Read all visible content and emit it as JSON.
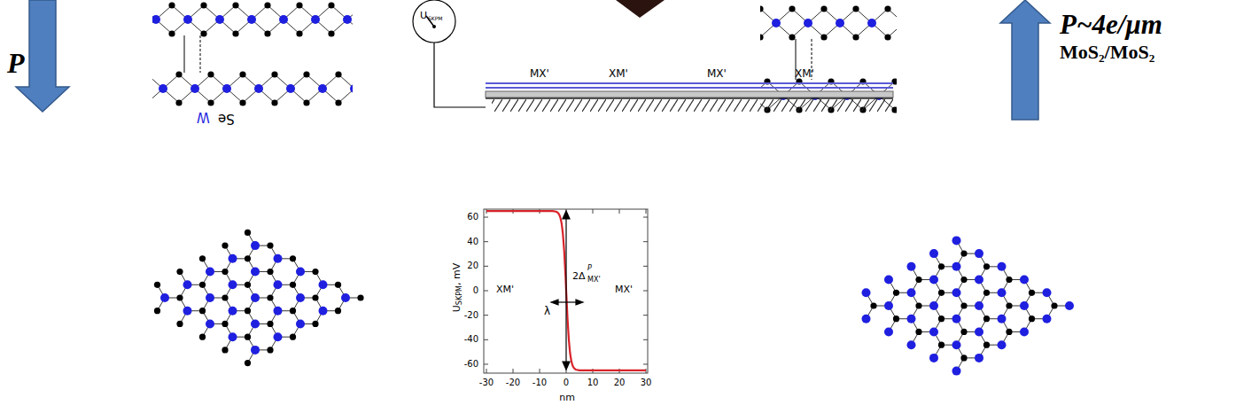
{
  "diagram": {
    "labels": [
      "P",
      "W",
      "Se",
      "U",
      "SKPM",
      "MX'",
      "XM'",
      "MX'",
      "XM'",
      "P~4e/μm",
      "MoS₂/MoS₂",
      "60",
      "40",
      "20",
      "0",
      "-20",
      "-40",
      "-60",
      "-30",
      "-20",
      "-10",
      "0",
      "10",
      "20",
      "30",
      "nm",
      "U",
      "SKPM",
      ", mV",
      "XM'",
      "MX'",
      "2Δ",
      "P",
      "MX'",
      "λ"
    ]
  }
}
